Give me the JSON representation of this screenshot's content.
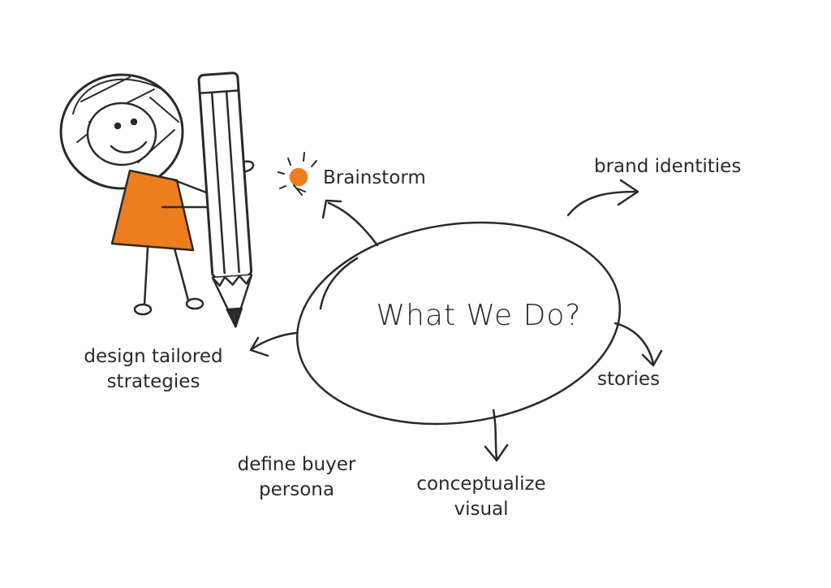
{
  "center_title": "What We Do?",
  "labels": {
    "brainstorm": "Brainstorm",
    "brand": "brand identities",
    "design_1": "design tailored",
    "design_2": "strategies",
    "stories": "stories",
    "persona_1": "define buyer",
    "persona_2": "persona",
    "visual_1": "conceptualize",
    "visual_2": "visual"
  },
  "colors": {
    "accent": "#ee7d1e",
    "ink": "#2a2a2a"
  }
}
